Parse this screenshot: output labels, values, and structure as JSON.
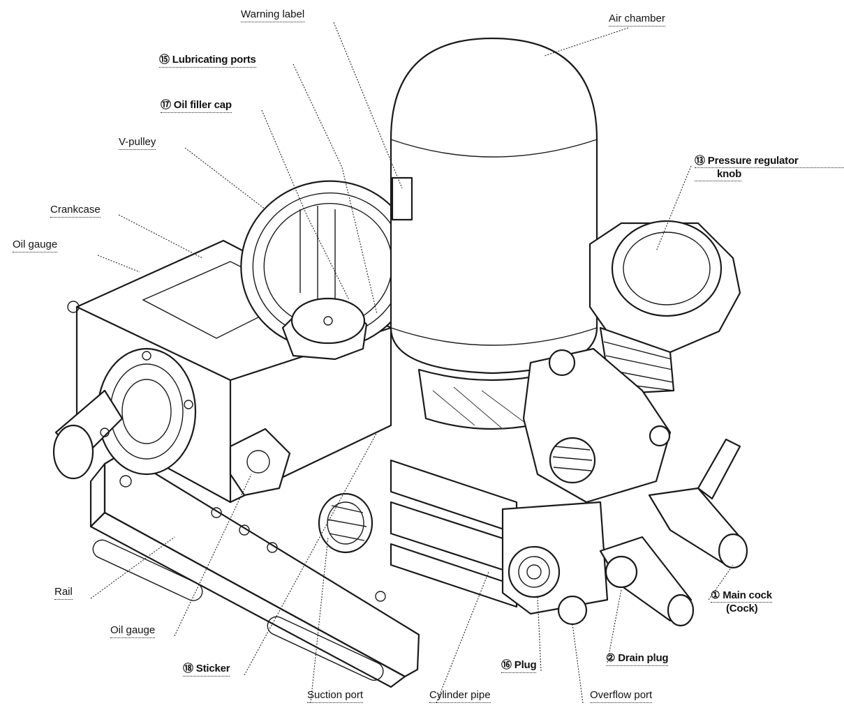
{
  "labels": {
    "warning_label": "Warning label",
    "air_chamber": "Air chamber",
    "lubricating_ports": "⑮ Lubricating ports",
    "oil_filler_cap": "⑰ Oil filler cap",
    "v_pulley": "V-pulley",
    "pressure_regulator_knob_line1": "⑬ Pressure regulator",
    "pressure_regulator_knob_line2": "knob",
    "crankcase": "Crankcase",
    "oil_gauge_top": "Oil gauge",
    "rail": "Rail",
    "oil_gauge_bottom": "Oil gauge",
    "sticker": "⑱ Sticker",
    "suction_port": "Suction port",
    "cylinder_pipe": "Cylinder pipe",
    "plug": "⑯ Plug",
    "overflow_port": "Overflow port",
    "drain_plug": "② Drain plug",
    "main_cock_line1": "① Main cock",
    "main_cock_line2": "(Cock)"
  },
  "colors": {
    "ink": "#1a1a1a",
    "paper": "#ffffff"
  }
}
